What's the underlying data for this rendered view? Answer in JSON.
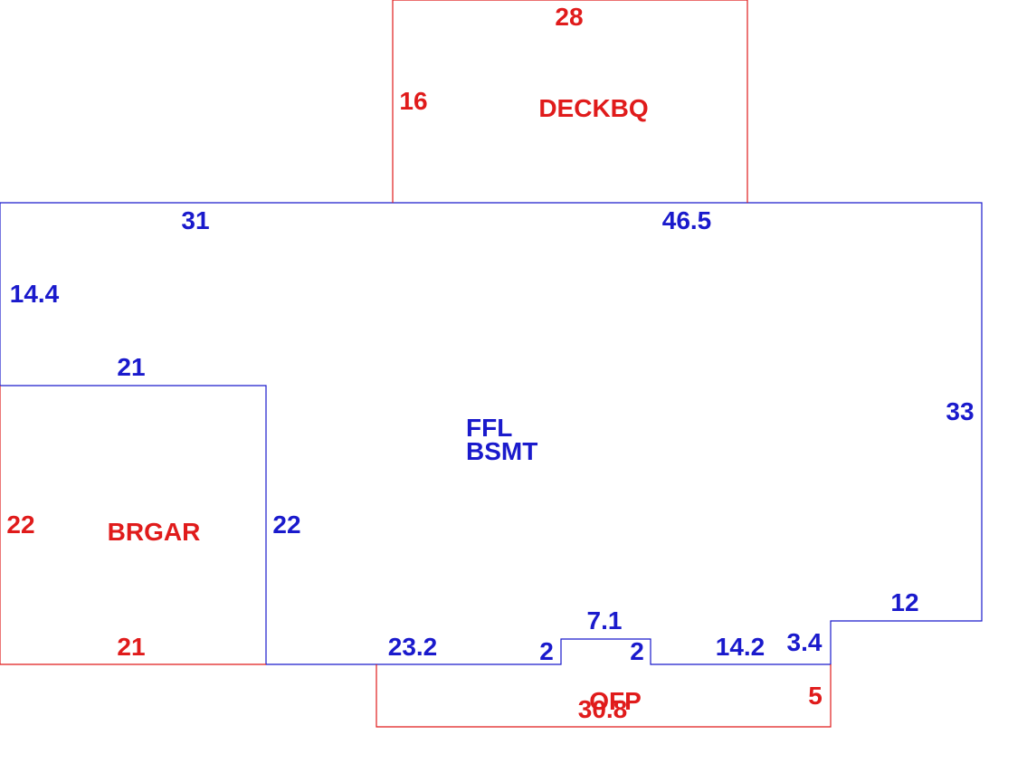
{
  "colors": {
    "blue": "#1a1acc",
    "red": "#e01b1b"
  },
  "areas": {
    "deck": {
      "name": "DECKBQ"
    },
    "main": {
      "name_line1": "FFL",
      "name_line2": "BSMT"
    },
    "garage": {
      "name": "BRGAR"
    },
    "porch": {
      "name": "OFP"
    }
  },
  "dimensions": {
    "deck_width": "28",
    "deck_depth": "16",
    "main_top_left": "31",
    "main_top_right": "46.5",
    "main_left": "14.4",
    "main_step_top": "21",
    "main_right": "33",
    "main_garage_side": "22",
    "main_step_right": "12",
    "main_bottom_left": "23.2",
    "bay_width": "7.1",
    "bay_left": "2",
    "bay_right": "2",
    "main_bottom_right": "14.2",
    "main_step_vertical": "3.4",
    "garage_left": "22",
    "garage_bottom": "21",
    "porch_depth": "5",
    "porch_width": "30.8"
  }
}
